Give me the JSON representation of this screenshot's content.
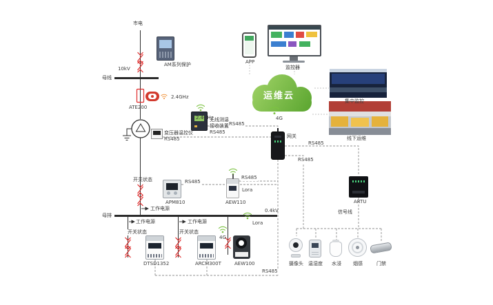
{
  "power": {
    "mains": "市电",
    "voltage_hv": "10kV",
    "bus_hv": "母线",
    "voltage_lv": "0.4kV",
    "bus_lv": "母排",
    "switch_state_hv": "开关状态",
    "switch_state_lv1": "开关状态",
    "switch_state_lv2": "开关状态",
    "work_power_hv": "工作电源",
    "work_power_lv1": "工作电源",
    "work_power_lv2": "工作电源"
  },
  "devices": {
    "relay": "AM系列保护",
    "ate200": "ATE200",
    "receiver": [
      "无线测温",
      "接收装置",
      "RS485"
    ],
    "temp_controller": [
      "变压器温控仪",
      "RS485"
    ],
    "gateway": "网关",
    "apm810": "APM810",
    "aew110": "AEW110",
    "artu": "ARTU",
    "dtsd1352": "DTSD1352",
    "arcm300t": "ARCM300T",
    "aew100": "AEW100",
    "camera": "摄像头",
    "temp_humidity": "温湿度",
    "water": "水浸",
    "smoke": "烟感",
    "door": "门禁"
  },
  "comm": {
    "ghz_sensor": "2.4GHz",
    "ghz_receiver": "2.4GHz",
    "g4_gateway": "4G",
    "g4_meter": "4G",
    "lora_aew110": "Lora",
    "lora_aew100": "Lora",
    "rs485_receiver": "RS485",
    "rs485_apm": "RS485",
    "rs485_aew110": "RS485",
    "rs485_artu_link": "RS485",
    "rs485_sensor_link": "RS485",
    "rs485_lv_bus": "RS485",
    "signal_line": "信号线"
  },
  "cloud": {
    "label": "运维云",
    "color": "#7cc242"
  },
  "platform": {
    "app": "APP",
    "monitor": "监控器"
  },
  "photos": {
    "photo1": "集中监控",
    "photo2": "线下运维"
  }
}
